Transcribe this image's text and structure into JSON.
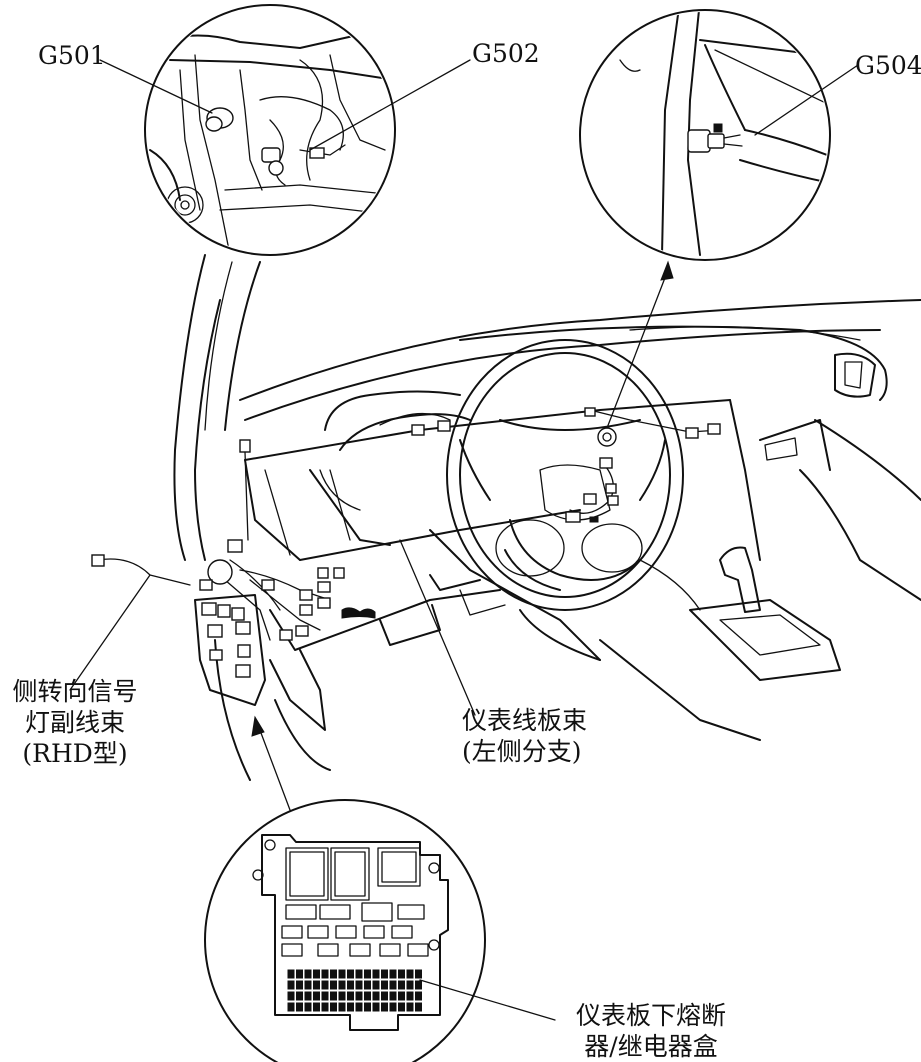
{
  "labels": {
    "g501": "G501",
    "g502": "G502",
    "g504": "G504",
    "side_turn_harness": [
      "侧转向信号",
      "灯副线束",
      "(RHD型)"
    ],
    "dash_harness": [
      "仪表线板束",
      "(左侧分支)"
    ],
    "fuse_box": [
      "仪表板下熔断",
      "器/继电器盒"
    ]
  },
  "colors": {
    "line": "#111111",
    "background": "#ffffff"
  }
}
